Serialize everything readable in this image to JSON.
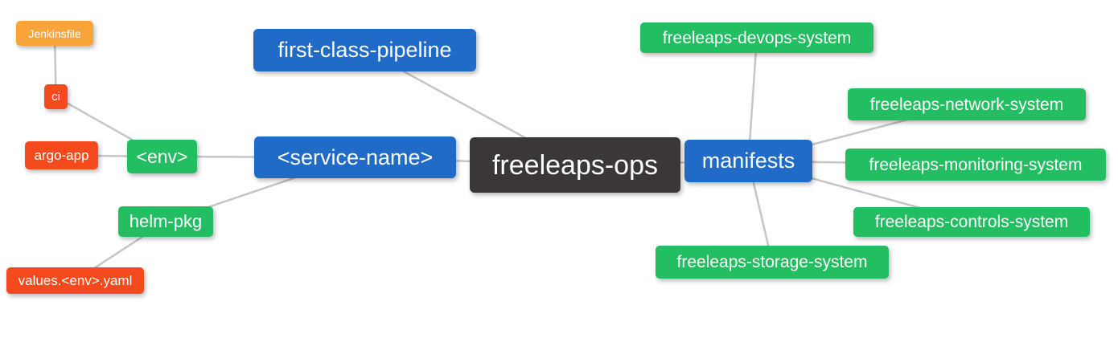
{
  "palette": {
    "root": "#3C3737",
    "branch_blue": "#1F6BC7",
    "leaf_green": "#23BE62",
    "leaf_red": "#F5491E",
    "leaf_orange": "#F9A33B",
    "edge": "#C6C6C6",
    "node_text": "#FFFFFF",
    "background": "#FFFFFF"
  },
  "mindmap": {
    "title": "freeleaps-ops mind map",
    "nodes": {
      "root": {
        "label": "freeleaps-ops",
        "level": "root",
        "color": "root"
      },
      "first_class_pipeline": {
        "label": "first-class-pipeline",
        "level": "branch",
        "color": "branch_blue"
      },
      "service_name": {
        "label": "<service-name>",
        "level": "branch",
        "color": "branch_blue"
      },
      "manifests": {
        "label": "manifests",
        "level": "branch",
        "color": "branch_blue"
      },
      "env": {
        "label": "<env>",
        "level": "sub",
        "color": "leaf_green"
      },
      "helm_pkg": {
        "label": "helm-pkg",
        "level": "sub",
        "color": "leaf_green"
      },
      "ci": {
        "label": "ci",
        "level": "leaf",
        "color": "leaf_red"
      },
      "argo_app": {
        "label": "argo-app",
        "level": "leaf",
        "color": "leaf_red"
      },
      "values_env_yaml": {
        "label": "values.<env>.yaml",
        "level": "leaf",
        "color": "leaf_red"
      },
      "jenkinsfile": {
        "label": "Jenkinsfile",
        "level": "leaf",
        "color": "leaf_orange"
      },
      "devops_system": {
        "label": "freeleaps-devops-system",
        "level": "sub",
        "color": "leaf_green"
      },
      "network_system": {
        "label": "freeleaps-network-system",
        "level": "sub",
        "color": "leaf_green"
      },
      "monitoring_system": {
        "label": "freeleaps-monitoring-system",
        "level": "sub",
        "color": "leaf_green"
      },
      "controls_system": {
        "label": "freeleaps-controls-system",
        "level": "sub",
        "color": "leaf_green"
      },
      "storage_system": {
        "label": "freeleaps-storage-system",
        "level": "sub",
        "color": "leaf_green"
      }
    },
    "edges": [
      [
        "jenkinsfile",
        "ci"
      ],
      [
        "ci",
        "env"
      ],
      [
        "argo_app",
        "env"
      ],
      [
        "env",
        "service_name"
      ],
      [
        "helm_pkg",
        "service_name"
      ],
      [
        "values_env_yaml",
        "helm_pkg"
      ],
      [
        "first_class_pipeline",
        "root"
      ],
      [
        "service_name",
        "root"
      ],
      [
        "root",
        "manifests"
      ],
      [
        "manifests",
        "devops_system"
      ],
      [
        "manifests",
        "network_system"
      ],
      [
        "manifests",
        "monitoring_system"
      ],
      [
        "manifests",
        "controls_system"
      ],
      [
        "manifests",
        "storage_system"
      ]
    ]
  }
}
